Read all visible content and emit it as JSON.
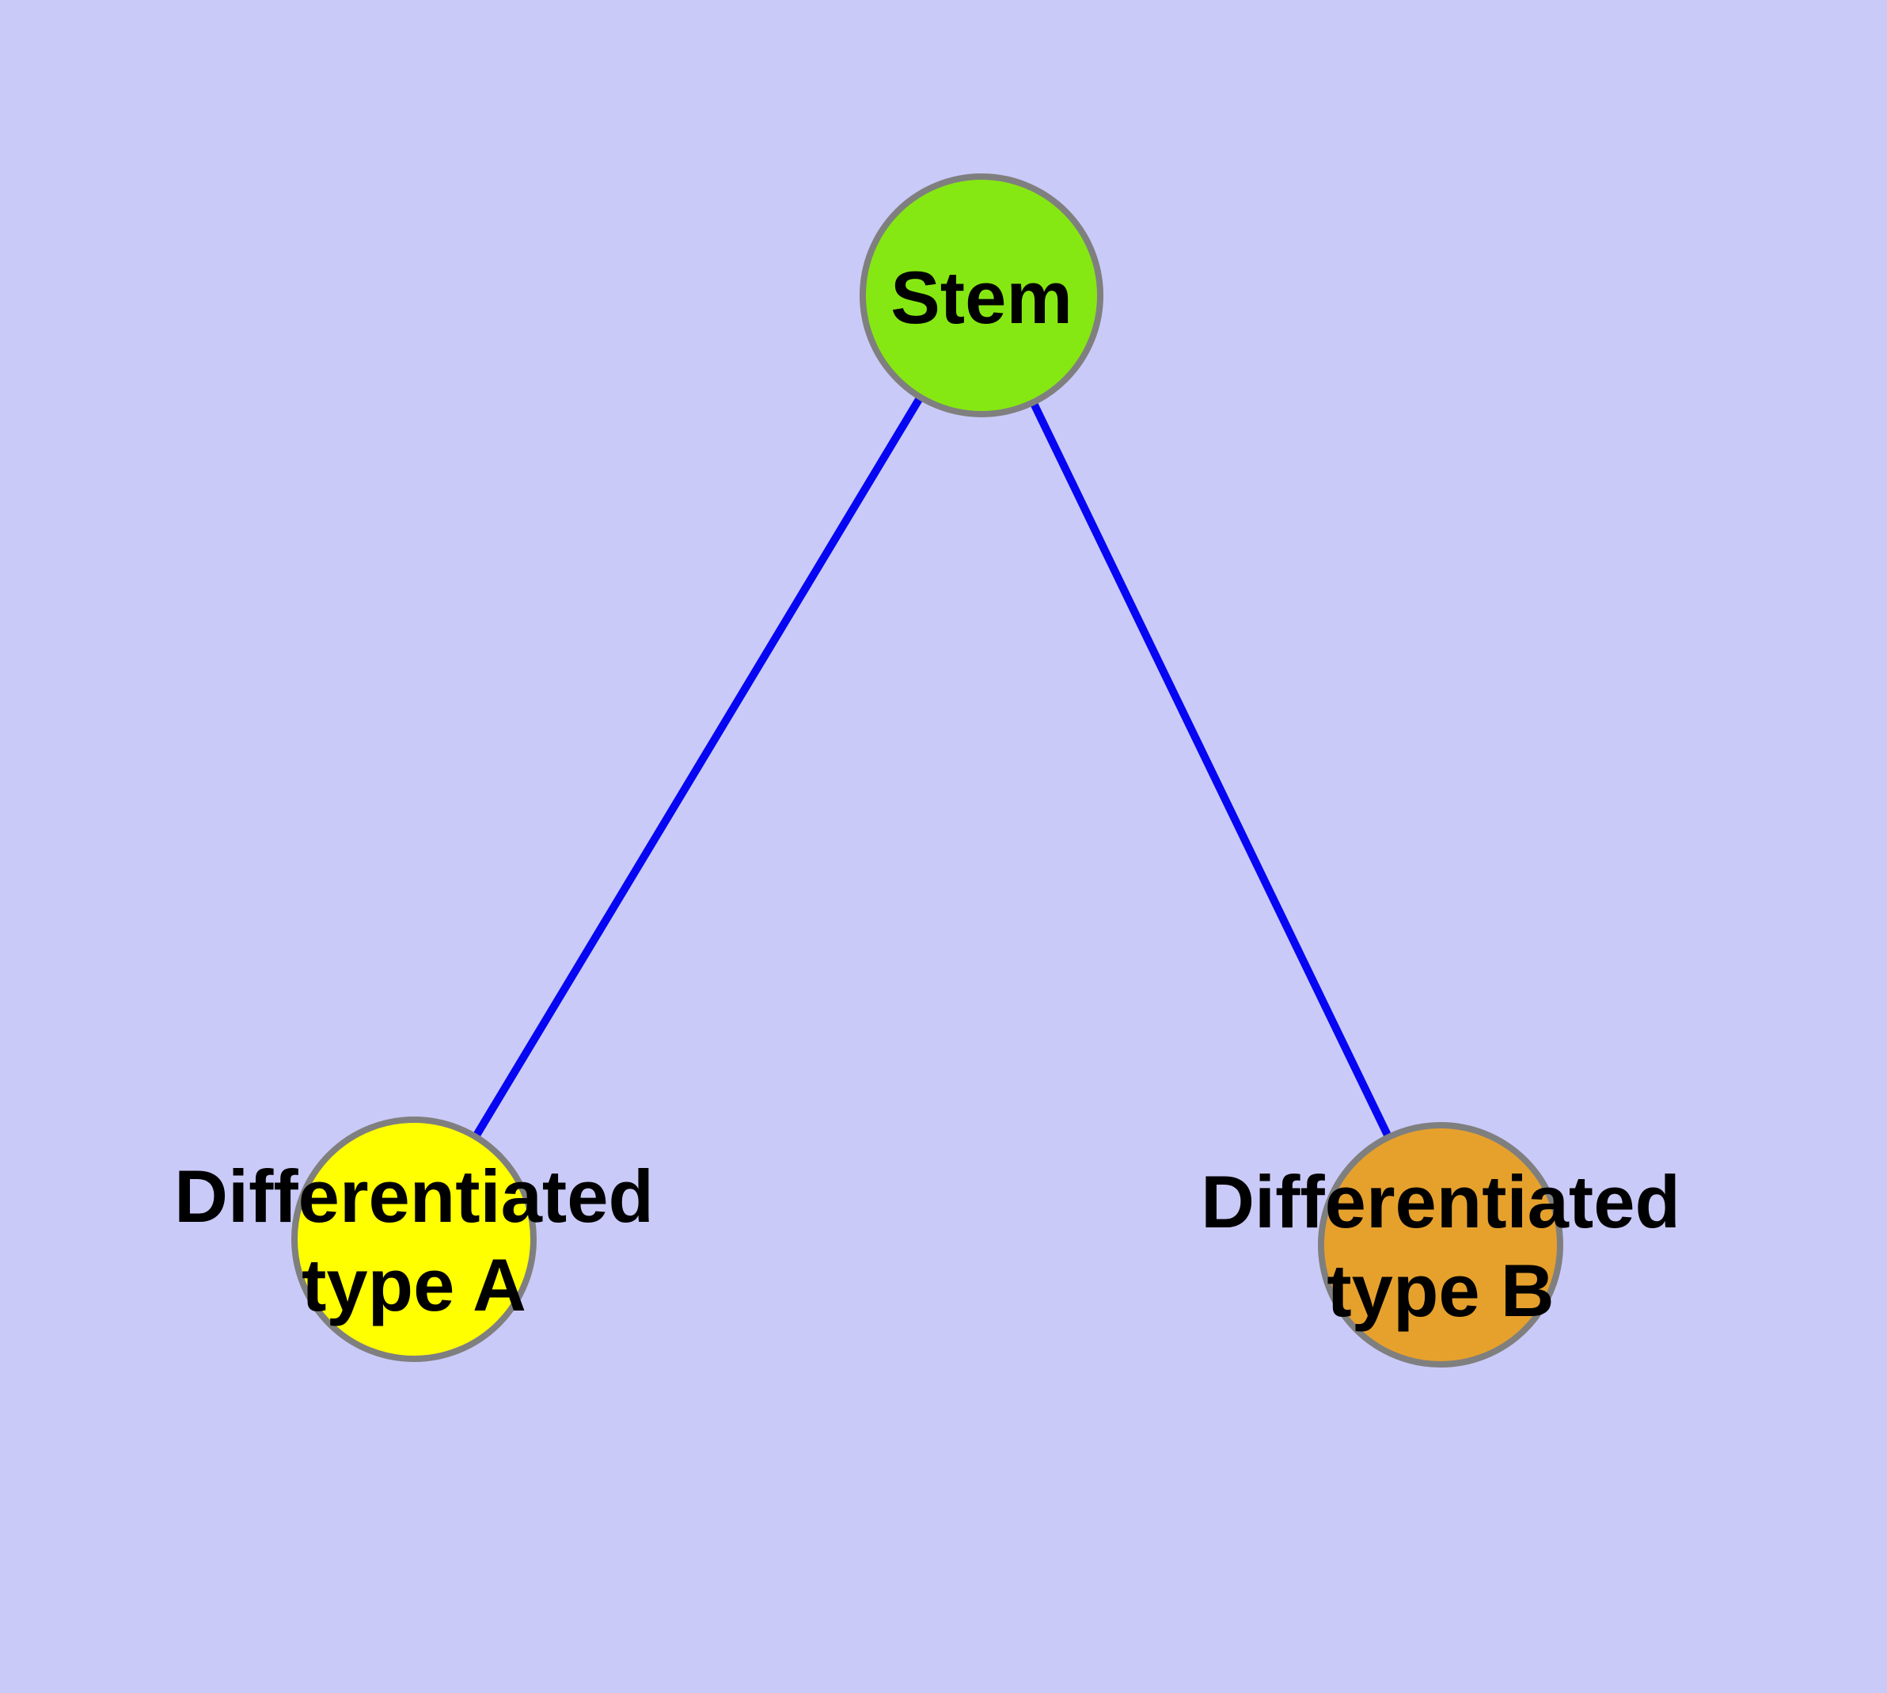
{
  "diagram": {
    "type": "node-edge-graph",
    "description": "Stem cell differentiation diagram: one stem node connected to two differentiated cell type nodes",
    "colors": {
      "background": "#CACAF8",
      "edge": "#0606F2",
      "node_border": "#7F7F7F",
      "label_text": "#000000"
    },
    "nodes": [
      {
        "id": "stem",
        "label": "Stem",
        "fill": "#86E812"
      },
      {
        "id": "differentiated-type-a",
        "label": "Differentiated type A",
        "label_lines": [
          "Differentiated",
          "type A"
        ],
        "fill": "#FFFF00"
      },
      {
        "id": "differentiated-type-b",
        "label": "Differentiated type B",
        "label_lines": [
          "Differentiated",
          "type B"
        ],
        "fill": "#E6A12D"
      }
    ],
    "edges": [
      {
        "from": "stem",
        "to": "differentiated-type-a"
      },
      {
        "from": "stem",
        "to": "differentiated-type-b"
      }
    ]
  }
}
